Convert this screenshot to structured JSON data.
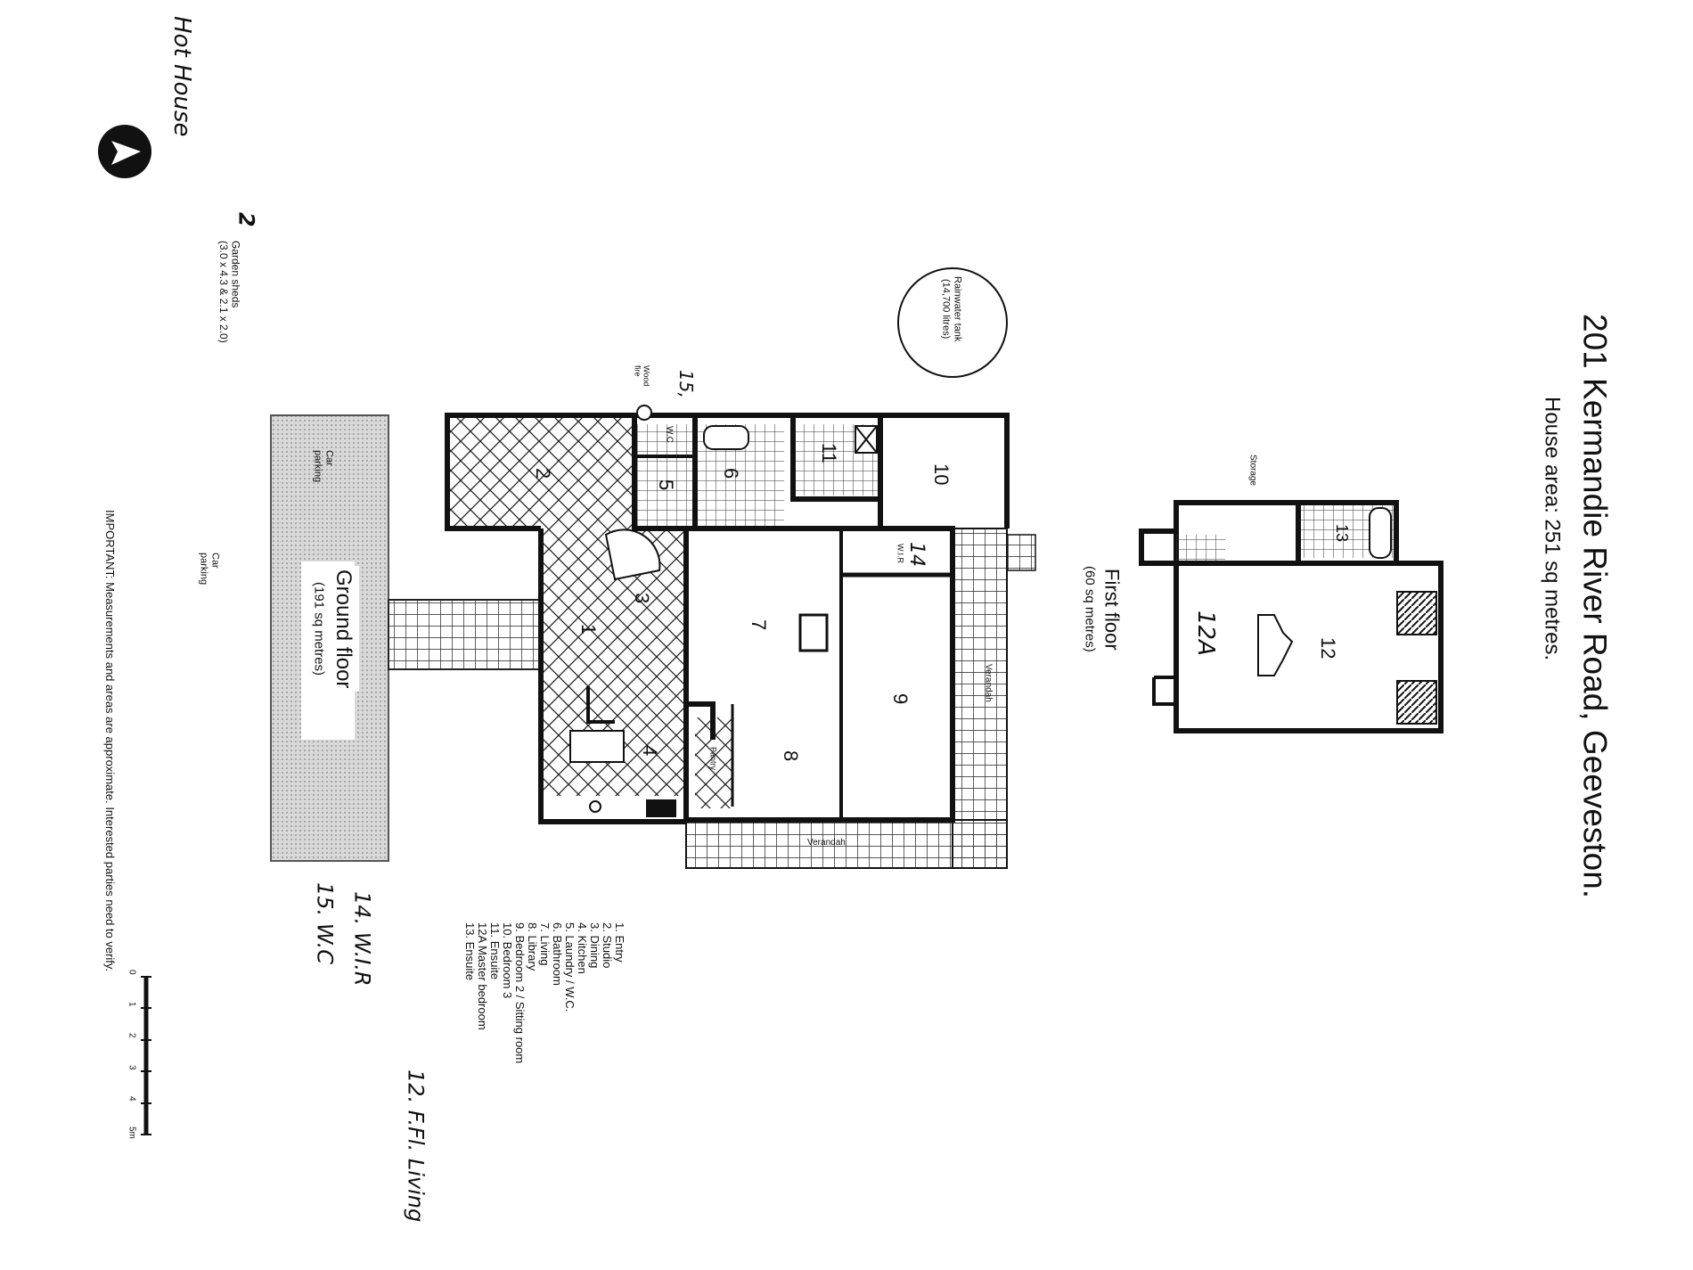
{
  "header": {
    "title": "201 Kermandie River Road, Geeveston.",
    "subtitle": "House area: 251 sq metres."
  },
  "annotations": {
    "hot_house": "Hot House",
    "sheds_count": "2",
    "sheds_label": "Garden sheds",
    "sheds_dims": "(3.0 x 4.3 & 2.1 x 2.0)",
    "rainwater_tank": "Rainwater tank",
    "rainwater_capacity": "(14,700 litres)",
    "car_parking_1": "Car parking",
    "car_parking_2": "Car parking",
    "wood_fire": "Wood fire",
    "storage": "Storage",
    "verandah_side": "Verandah",
    "verandah_bottom": "Verandah",
    "pantry": "Pantry",
    "wir": "W.I.R",
    "wc": "W.C",
    "handwritten_15": "15,",
    "important": "IMPORTANT: Measurements and areas are approximate. Interested parties need to verify."
  },
  "floors": {
    "ground": {
      "label": "Ground floor",
      "area": "(191 sq metres)"
    },
    "first": {
      "label": "First floor",
      "area": "(60 sq metres)"
    }
  },
  "rooms": {
    "r1": "1",
    "r2": "2",
    "r3": "3",
    "r4": "4",
    "r5": "5",
    "r6": "6",
    "r7": "7",
    "r8": "8",
    "r9": "9",
    "r10": "10",
    "r11": "11",
    "r12": "12",
    "r12a": "12A",
    "r13": "13",
    "r14": "14"
  },
  "legend": [
    "1. Entry",
    "2. Studio",
    "3. Dining",
    "4. Kitchen",
    "5. Laundry / W.C.",
    "6. Bathroom",
    "7. Living",
    "8. Library",
    "9. Bedroom 2 / Sitting room",
    "10. Bedroom 3",
    "11. Ensuite",
    "12A Master bedroom",
    "13. Ensuite"
  ],
  "handwritten_legend": {
    "item14": "14. W.I.R",
    "item15": "15. W.C",
    "item12": "12. F.Fl. Living"
  },
  "scale": {
    "ticks": [
      "0",
      "1",
      "2",
      "3",
      "4",
      "5m"
    ]
  },
  "colors": {
    "ink": "#111111",
    "parking": "#cfcfcf",
    "paper": "#ffffff"
  }
}
